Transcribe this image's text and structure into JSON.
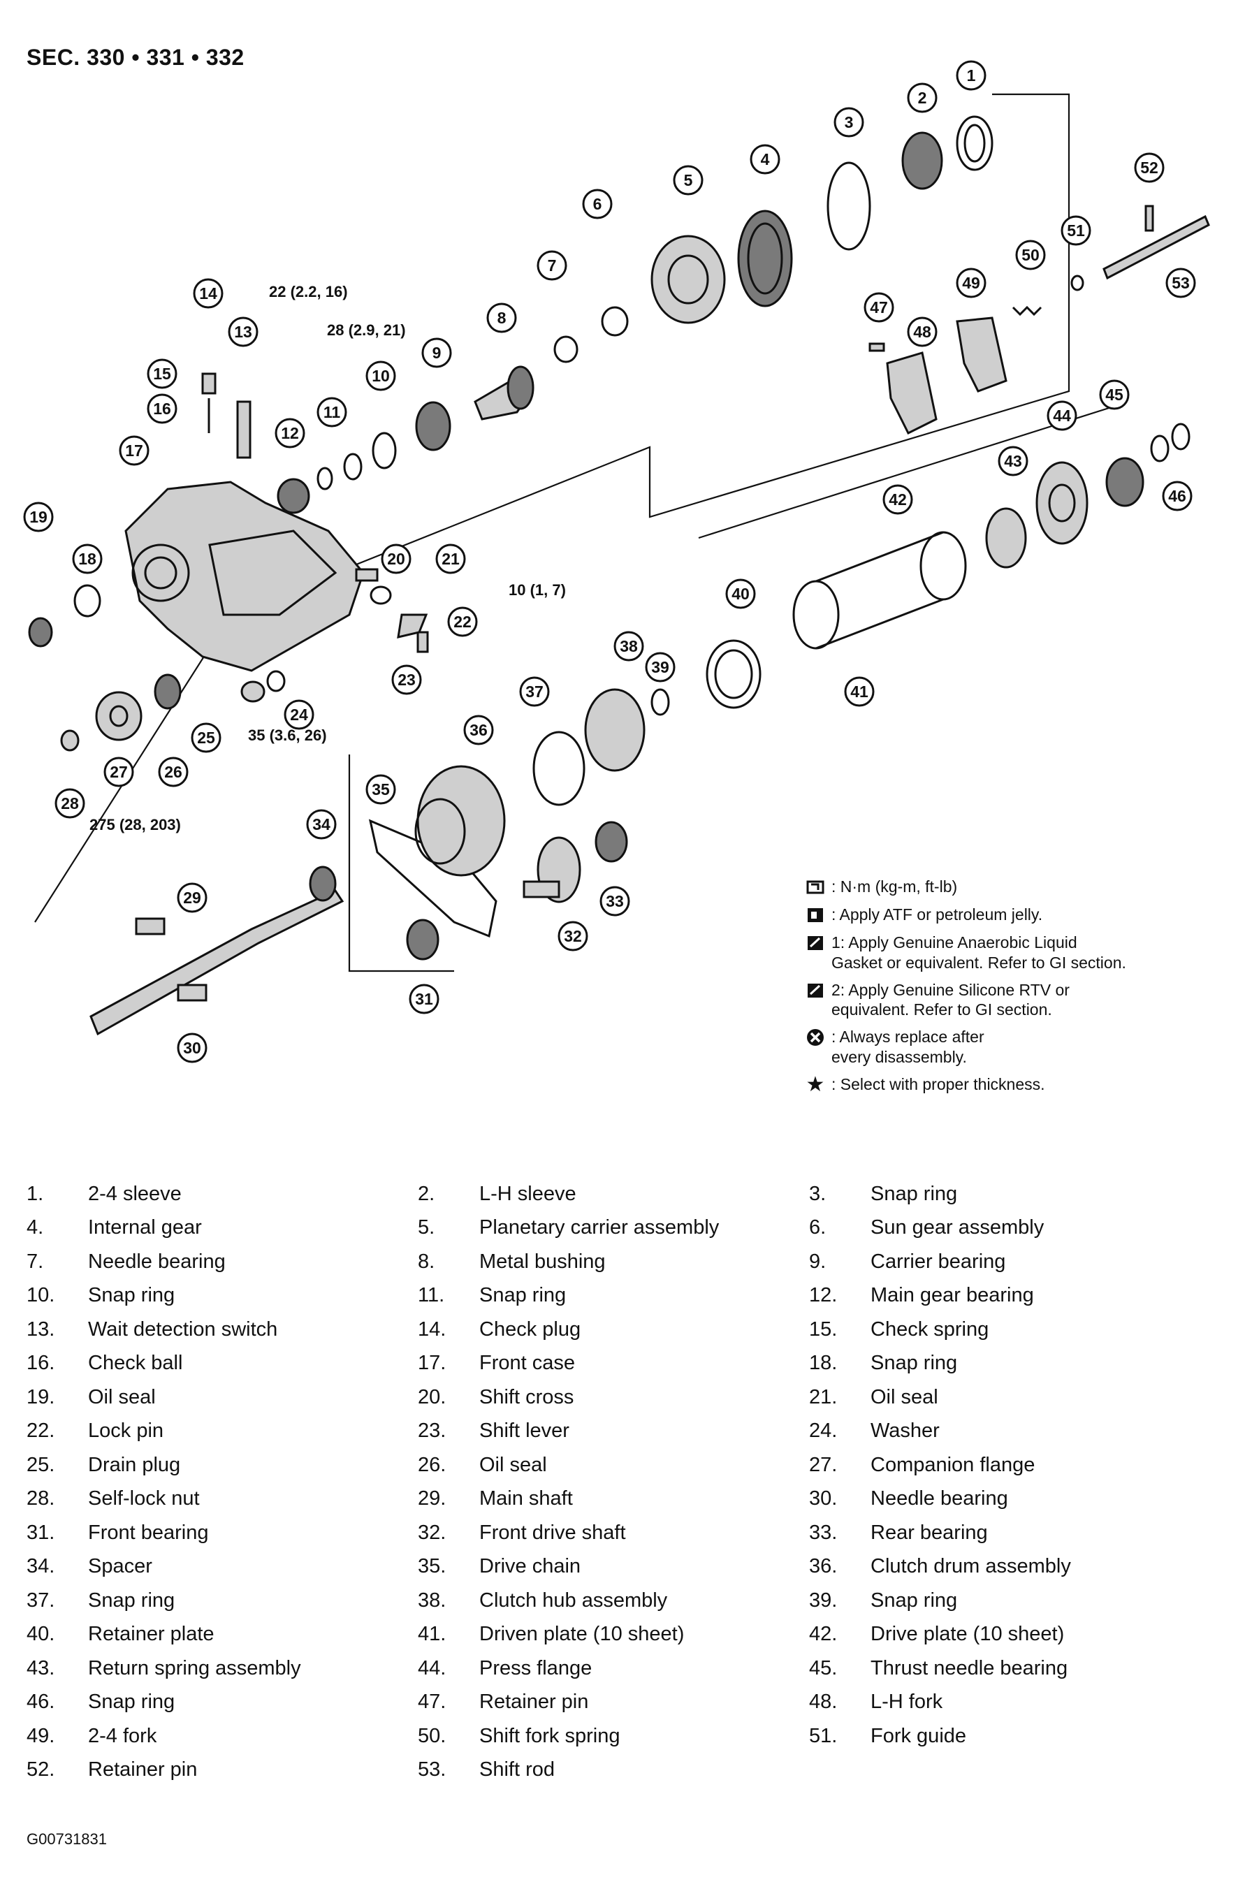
{
  "header": {
    "section": "SEC. 330 • 331 • 332"
  },
  "callouts": [
    "1",
    "2",
    "3",
    "4",
    "5",
    "6",
    "7",
    "8",
    "9",
    "10",
    "11",
    "12",
    "13",
    "14",
    "15",
    "16",
    "17",
    "18",
    "19",
    "20",
    "21",
    "22",
    "23",
    "24",
    "25",
    "26",
    "27",
    "28",
    "29",
    "30",
    "31",
    "32",
    "33",
    "34",
    "35",
    "36",
    "37",
    "38",
    "39",
    "40",
    "41",
    "42",
    "43",
    "44",
    "45",
    "46",
    "47",
    "48",
    "49",
    "50",
    "51",
    "52",
    "53"
  ],
  "torque_specs": {
    "t14": "22 (2.2, 16)",
    "t13": "28 (2.9, 21)",
    "t20": "10 (1, 7)",
    "t25": "35 (3.6, 26)",
    "t28": "275 (28, 203)",
    "sealant_1": "1",
    "sealant_2": "2"
  },
  "legend": {
    "torque": ": N·m (kg-m, ft-lb)",
    "atf": ": Apply ATF or petroleum jelly.",
    "sealant1": "1: Apply Genuine Anaerobic Liquid\n    Gasket or equivalent. Refer to GI section.",
    "sealant2": "2: Apply Genuine Silicone RTV or\n    equivalent. Refer to GI section.",
    "replace": ": Always replace after\n  every disassembly.",
    "select": ": Select with proper thickness."
  },
  "parts": [
    {
      "num": "1.",
      "name": "2-4 sleeve"
    },
    {
      "num": "2.",
      "name": "L-H sleeve"
    },
    {
      "num": "3.",
      "name": "Snap ring"
    },
    {
      "num": "4.",
      "name": "Internal gear"
    },
    {
      "num": "5.",
      "name": "Planetary carrier assembly"
    },
    {
      "num": "6.",
      "name": "Sun gear assembly"
    },
    {
      "num": "7.",
      "name": "Needle bearing"
    },
    {
      "num": "8.",
      "name": "Metal bushing"
    },
    {
      "num": "9.",
      "name": "Carrier bearing"
    },
    {
      "num": "10.",
      "name": "Snap ring"
    },
    {
      "num": "11.",
      "name": "Snap ring"
    },
    {
      "num": "12.",
      "name": "Main gear bearing"
    },
    {
      "num": "13.",
      "name": "Wait detection switch"
    },
    {
      "num": "14.",
      "name": "Check plug"
    },
    {
      "num": "15.",
      "name": "Check spring"
    },
    {
      "num": "16.",
      "name": "Check ball"
    },
    {
      "num": "17.",
      "name": "Front case"
    },
    {
      "num": "18.",
      "name": "Snap ring"
    },
    {
      "num": "19.",
      "name": "Oil seal"
    },
    {
      "num": "20.",
      "name": "Shift cross"
    },
    {
      "num": "21.",
      "name": "Oil seal"
    },
    {
      "num": "22.",
      "name": "Lock pin"
    },
    {
      "num": "23.",
      "name": "Shift lever"
    },
    {
      "num": "24.",
      "name": "Washer"
    },
    {
      "num": "25.",
      "name": "Drain plug"
    },
    {
      "num": "26.",
      "name": "Oil seal"
    },
    {
      "num": "27.",
      "name": "Companion flange"
    },
    {
      "num": "28.",
      "name": "Self-lock nut"
    },
    {
      "num": "29.",
      "name": "Main shaft"
    },
    {
      "num": "30.",
      "name": "Needle bearing"
    },
    {
      "num": "31.",
      "name": "Front bearing"
    },
    {
      "num": "32.",
      "name": "Front drive shaft"
    },
    {
      "num": "33.",
      "name": "Rear bearing"
    },
    {
      "num": "34.",
      "name": "Spacer"
    },
    {
      "num": "35.",
      "name": "Drive chain"
    },
    {
      "num": "36.",
      "name": "Clutch drum assembly"
    },
    {
      "num": "37.",
      "name": "Snap ring"
    },
    {
      "num": "38.",
      "name": "Clutch hub assembly"
    },
    {
      "num": "39.",
      "name": "Snap ring"
    },
    {
      "num": "40.",
      "name": "Retainer plate"
    },
    {
      "num": "41.",
      "name": "Driven plate (10 sheet)"
    },
    {
      "num": "42.",
      "name": "Drive plate (10 sheet)"
    },
    {
      "num": "43.",
      "name": "Return spring assembly"
    },
    {
      "num": "44.",
      "name": "Press flange"
    },
    {
      "num": "45.",
      "name": "Thrust needle bearing"
    },
    {
      "num": "46.",
      "name": "Snap ring"
    },
    {
      "num": "47.",
      "name": "Retainer pin"
    },
    {
      "num": "48.",
      "name": "L-H fork"
    },
    {
      "num": "49.",
      "name": "2-4 fork"
    },
    {
      "num": "50.",
      "name": "Shift fork spring"
    },
    {
      "num": "51.",
      "name": "Fork guide"
    },
    {
      "num": "52.",
      "name": "Retainer pin"
    },
    {
      "num": "53.",
      "name": "Shift rod"
    }
  ],
  "footer": {
    "figure_id": "G00731831"
  }
}
